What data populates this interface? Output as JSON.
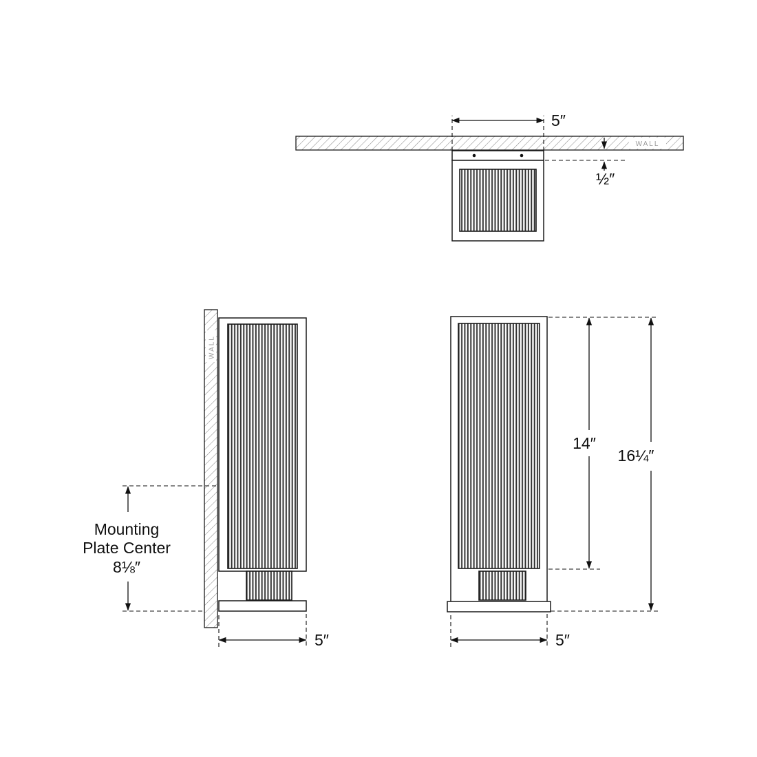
{
  "top_view": {
    "wall_label": "WALL",
    "width_dim": "5″",
    "offset_dim": "½″"
  },
  "side_view": {
    "wall_label": "WALL",
    "depth_dim": "5″",
    "mounting_line1": "Mounting",
    "mounting_line2": "Plate Center",
    "mounting_dim": "8⅛″"
  },
  "front_view": {
    "shade_height_dim": "14″",
    "overall_height_dim": "16¼″",
    "width_dim": "5″"
  }
}
